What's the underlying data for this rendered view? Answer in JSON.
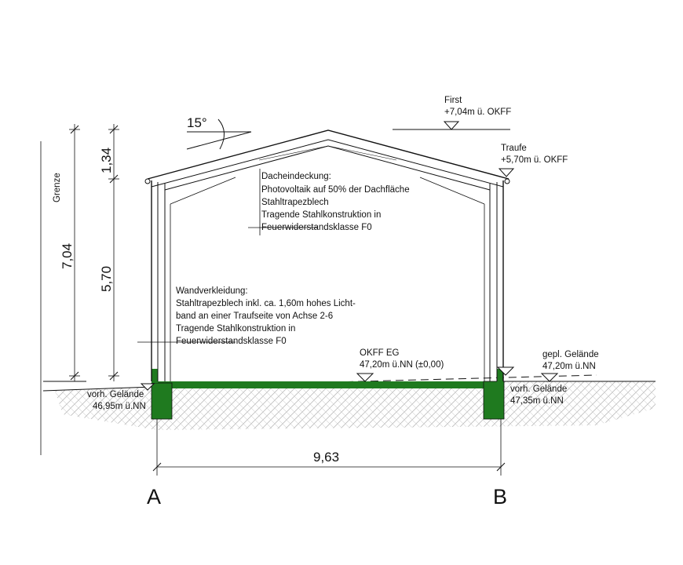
{
  "colors": {
    "line": "#111111",
    "slab": "#1f7a1f",
    "soil": "#d9d9d9"
  },
  "roof": {
    "angle": "15°",
    "heading": "Dacheindeckung:",
    "lines": [
      "Photovoltaik auf 50% der Dachfläche",
      "Stahltrapezblech",
      "Tragende Stahlkonstruktion in",
      "Feuerwiderstandsklasse F0"
    ]
  },
  "wall": {
    "heading": "Wandverkleidung:",
    "lines": [
      "Stahltrapezblech inkl. ca. 1,60m hohes Licht-",
      "band an einer Traufseite von Achse 2-6",
      "Tragende Stahlkonstruktion in",
      "Feuerwiderstandsklasse F0"
    ]
  },
  "levels": {
    "first_label": "First",
    "first_value": "+7,04m ü. OKFF",
    "traufe_label": "Traufe",
    "traufe_value": "+5,70m ü. OKFF",
    "okff_label": "OKFF EG",
    "okff_value": "47,20m ü.NN (±0,00)",
    "gepl_label": "gepl. Gelände",
    "gepl_value": "47,20m ü.NN",
    "vorh_left_label": "vorh. Gelände",
    "vorh_left_value": "46,95m ü.NN",
    "vorh_right_label": "vorh. Gelände",
    "vorh_right_value": "47,35m ü.NN"
  },
  "dimensions": {
    "grenze": "Grenze",
    "total_height": "7,04",
    "roof_height": "1,34",
    "eave_height": "5,70",
    "width": "9,63"
  },
  "axes": {
    "left": "A",
    "right": "B"
  }
}
